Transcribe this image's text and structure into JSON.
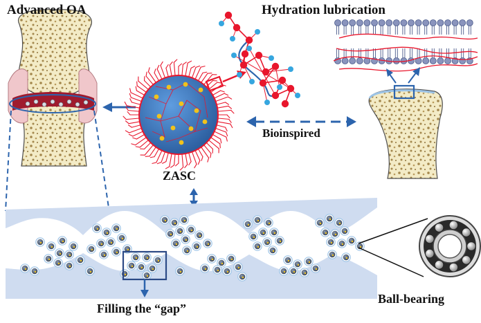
{
  "labels": {
    "advanced_oa": "Advanced OA",
    "hydration_lubrication": "Hydration lubrication",
    "bioinspired": "Bioinspired",
    "zasc": "ZASC",
    "filling_gap": "Filling the “gap”",
    "ball_bearing": "Ball-bearing"
  },
  "colors": {
    "bone_fill": "#f3ebc6",
    "bone_pore": "#a3874c",
    "cartilage": "#9f1b2e",
    "sphere_blue": "#3b7cc2",
    "accent_red": "#e8162c",
    "arrow_blue": "#2c64ad",
    "band_blue": "#cfdcf0",
    "dot_yellow": "#f2c21b"
  },
  "icons": [
    "joint-icon",
    "nanoparticle-icon",
    "polymer-chain-icon",
    "lipid-bilayer-icon",
    "bone-icon",
    "ball-bearing-icon",
    "arrow-icon"
  ]
}
